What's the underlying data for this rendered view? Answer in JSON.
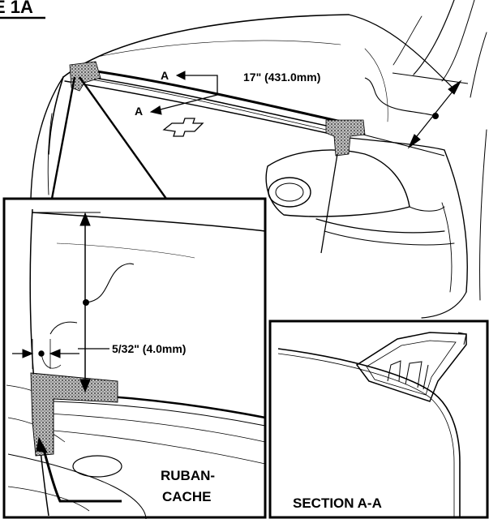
{
  "figure": {
    "title_fragment": "E 1A",
    "section_arrow_a_upper": "A",
    "section_arrow_a_lower": "A",
    "dimension_width": "17\" (431.0mm)",
    "dimension_gap": "5/32\" (4.0mm)",
    "tape_label_line1": "RUBAN-",
    "tape_label_line2": "CACHE",
    "section_label": "SECTION A-A"
  }
}
